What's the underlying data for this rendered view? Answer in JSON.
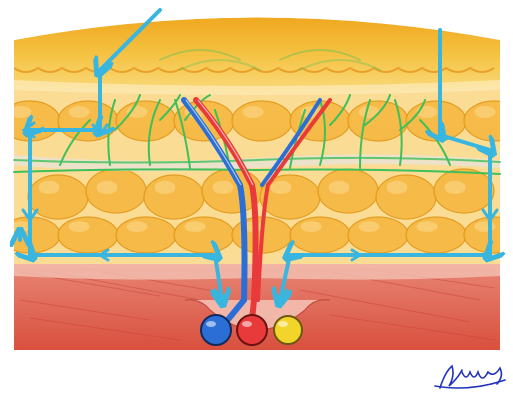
{
  "title": "",
  "colors": {
    "background": "#ffffff",
    "epidermis": "#f2b632",
    "epidermis_highlight": "#f9d66a",
    "fat_light": "#fbd98a",
    "fat_lobule": "#f6b944",
    "fat_lobule_edge": "#e29a1d",
    "muscle": "#e0604c",
    "muscle_light": "#f1a091",
    "artery": "#e83a3a",
    "vein": "#2b6fd6",
    "nerve": "#f2d42a",
    "lymph_flow": "#38b6e0",
    "capillary": "#3fbf5a",
    "signature": "#2233bb"
  },
  "structures": [
    {
      "name": "epidermis",
      "kind": "skin-layer"
    },
    {
      "name": "subcutaneous-fat",
      "kind": "fat-layer",
      "rows": 3
    },
    {
      "name": "deep-fascia-muscle",
      "kind": "muscle-layer"
    },
    {
      "name": "artery",
      "color": "#e83a3a"
    },
    {
      "name": "vein",
      "color": "#2b6fd6"
    },
    {
      "name": "nerve",
      "color": "#f2d42a"
    },
    {
      "name": "lymphatic-flow",
      "color": "#38b6e0",
      "direction": "downward-toward-pedicle"
    }
  ],
  "signature": {
    "kind": "handwritten",
    "text": "Ishii"
  }
}
